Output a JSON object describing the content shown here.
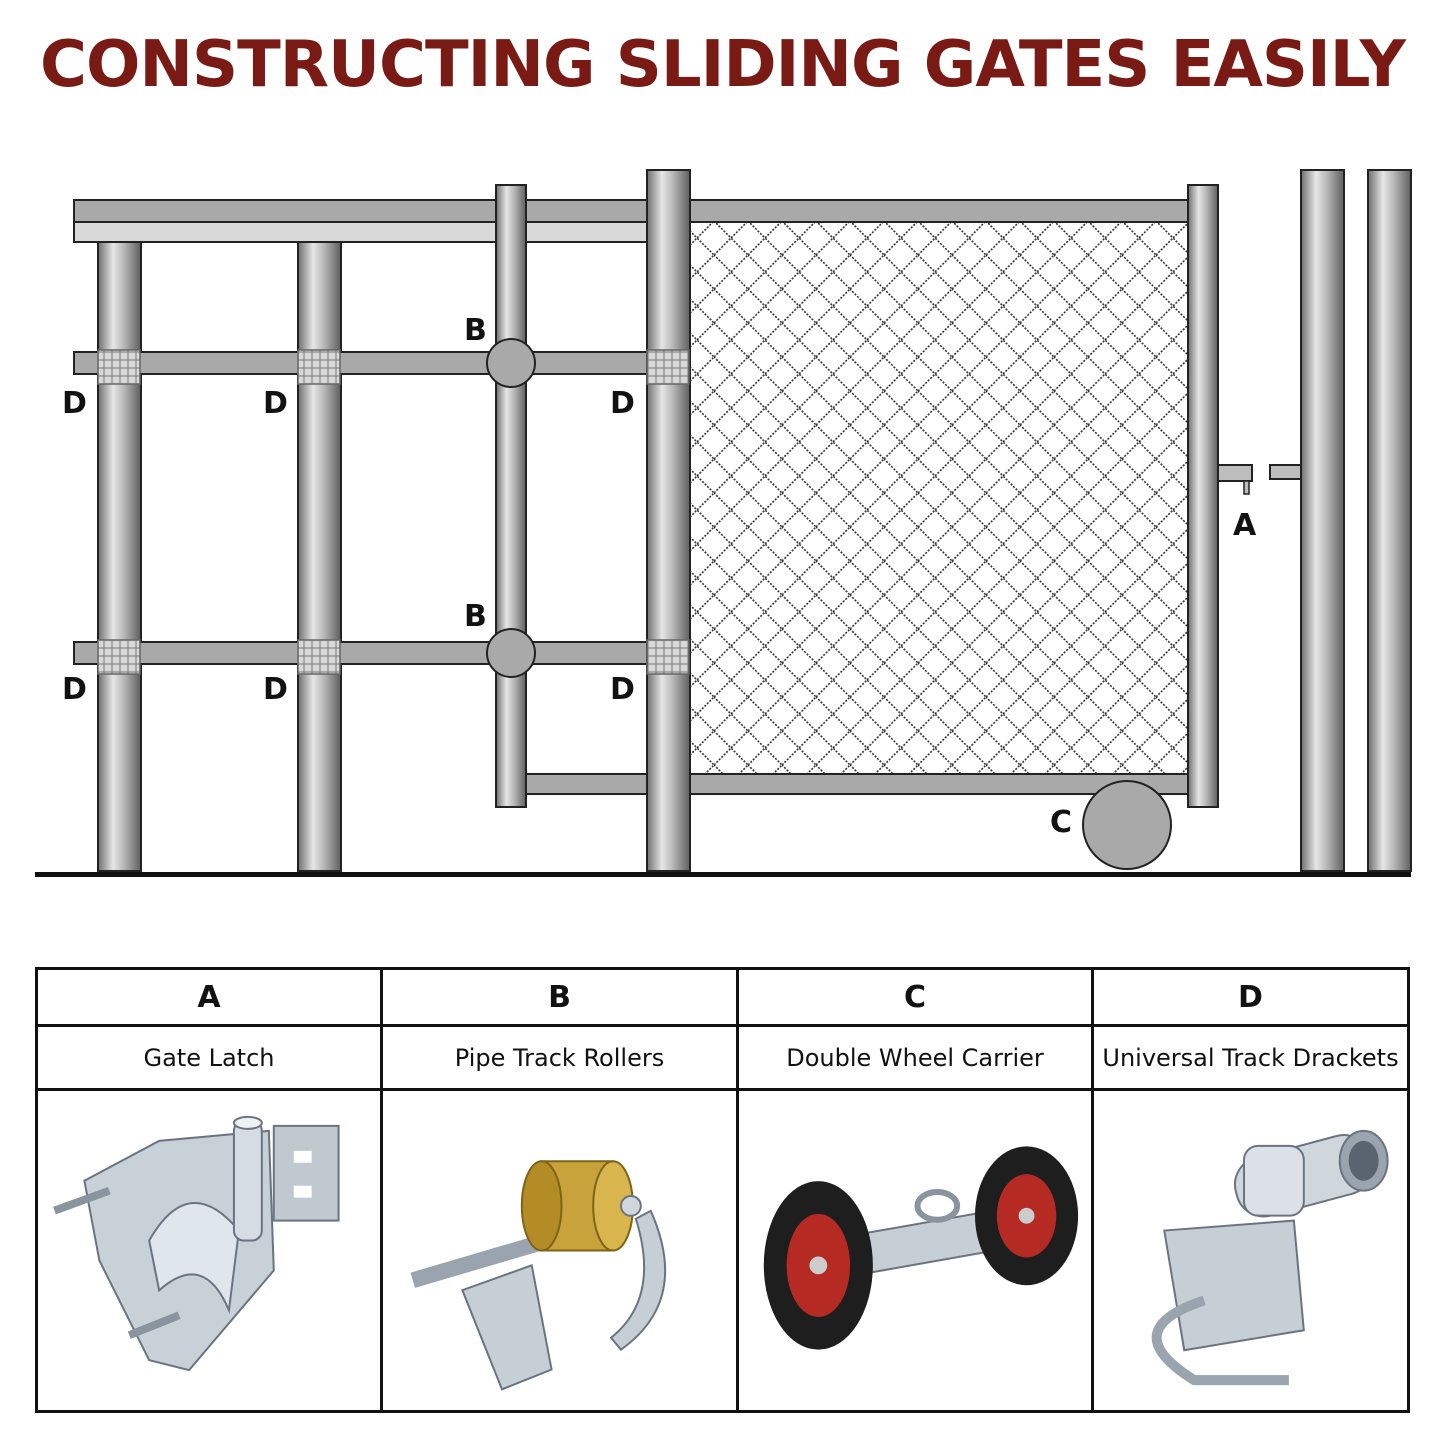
{
  "title": "CONSTRUCTING SLIDING GATES EASILY",
  "diagram_labels": {
    "latch": "A",
    "roller_top": "B",
    "roller_bottom": "B",
    "carrier": "C",
    "bracket": "D"
  },
  "parts": [
    {
      "letter": "A",
      "name": "Gate Latch",
      "photo": "gate-latch-photo"
    },
    {
      "letter": "B",
      "name": "Pipe Track Rollers",
      "photo": "pipe-track-roller-photo"
    },
    {
      "letter": "C",
      "name": "Double Wheel Carrier",
      "photo": "double-wheel-carrier-photo"
    },
    {
      "letter": "D",
      "name": "Universal Track Drackets",
      "photo": "universal-track-bracket-photo"
    }
  ],
  "colors": {
    "title": "#7a1a14",
    "pipe": "#a8a8a8",
    "outline": "#222222",
    "wheel_rim": "#b52a22"
  }
}
